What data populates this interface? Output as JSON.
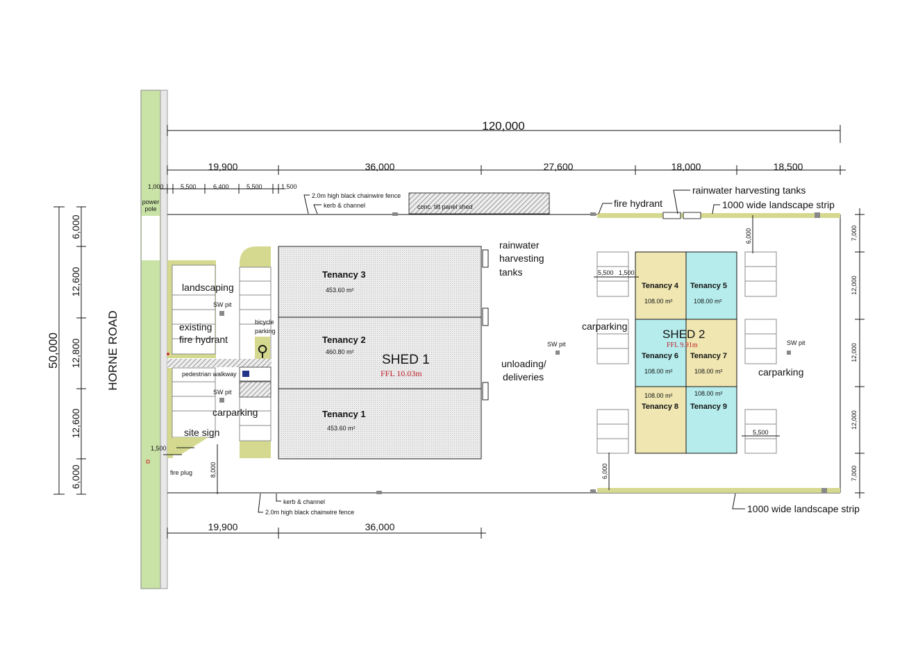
{
  "colors": {
    "landscape": "#d4d98f",
    "road": "#c9e3a6",
    "tenancy_yellow": "#efe6b2",
    "tenancy_cyan": "#b6ecec",
    "shed1": "#e2e2e2",
    "ffl": "#c0202a"
  },
  "road": {
    "name": "HORNE  ROAD",
    "power_pole_1": "power",
    "power_pole_2": "pole"
  },
  "dims": {
    "overall_width": "120,000",
    "overall_depth": "50,000",
    "top_row": [
      "19,900",
      "36,000",
      "27,600",
      "18,000",
      "18,500"
    ],
    "top_small": [
      "1,000",
      "5,500",
      "6,400",
      "5,500",
      "1,500"
    ],
    "left": [
      "6,000",
      "12,600",
      "12,800",
      "12,600",
      "6,000"
    ],
    "right": [
      "7,000",
      "12,000",
      "12,000",
      "12,000",
      "7,000"
    ],
    "bottom": [
      "19,900",
      "36,000"
    ],
    "setback_top": "6,000",
    "setback_bottom": "6,000",
    "setback_front": "8,000",
    "sign_offset": "1,500",
    "bay_depth": "5,500",
    "bay_gap": "1,500",
    "bay_right": "5,500"
  },
  "labels": {
    "fence_top": "2.0m high black chainwire fence",
    "kerb_top": "kerb & channel",
    "neighbour_shed": "conc. tilt panel shed",
    "fire_hydrant": "fire hydrant",
    "rain_tanks_top": "rainwater harvesting tanks",
    "landscape_strip_top": "1000 wide landscape strip",
    "landscape_strip_bottom": "1000 wide landscape strip",
    "rain_tanks_shed1": [
      "rainwater",
      "harvesting",
      "tanks"
    ],
    "landscaping": "landscaping",
    "existing_hydrant": [
      "existing",
      "fire hydrant"
    ],
    "bicycle_parking": [
      "bicycle",
      "parking"
    ],
    "pedestrian_walkway": "pedestrian walkway",
    "sw_pit": "SW pit",
    "carparking": "carparking",
    "site_sign": "site sign",
    "fire_plug": "fire plug",
    "unloading": [
      "unloading/",
      "deliveries"
    ],
    "kerb_bottom": "kerb & channel",
    "fence_bottom": "2.0m high black chainwire fence"
  },
  "shed1": {
    "name": "SHED 1",
    "ffl": "FFL 10.03m",
    "tenancies": [
      {
        "name": "Tenancy 3",
        "area": "453.60 m²"
      },
      {
        "name": "Tenancy 2",
        "area": "460.80 m²"
      },
      {
        "name": "Tenancy 1",
        "area": "453.60 m²"
      }
    ]
  },
  "shed2": {
    "name": "SHED 2",
    "ffl": "FFL 9.91m",
    "tenancies": [
      {
        "name": "Tenancy 4",
        "area": "108.00 m²"
      },
      {
        "name": "Tenancy 5",
        "area": "108.00 m²"
      },
      {
        "name": "Tenancy 6",
        "area": "108.00 m²"
      },
      {
        "name": "Tenancy 7",
        "area": "108.00 m²"
      },
      {
        "name": "Tenancy 8",
        "area": "108.00 m²"
      },
      {
        "name": "Tenancy 9",
        "area": "108.00 m²"
      }
    ]
  }
}
